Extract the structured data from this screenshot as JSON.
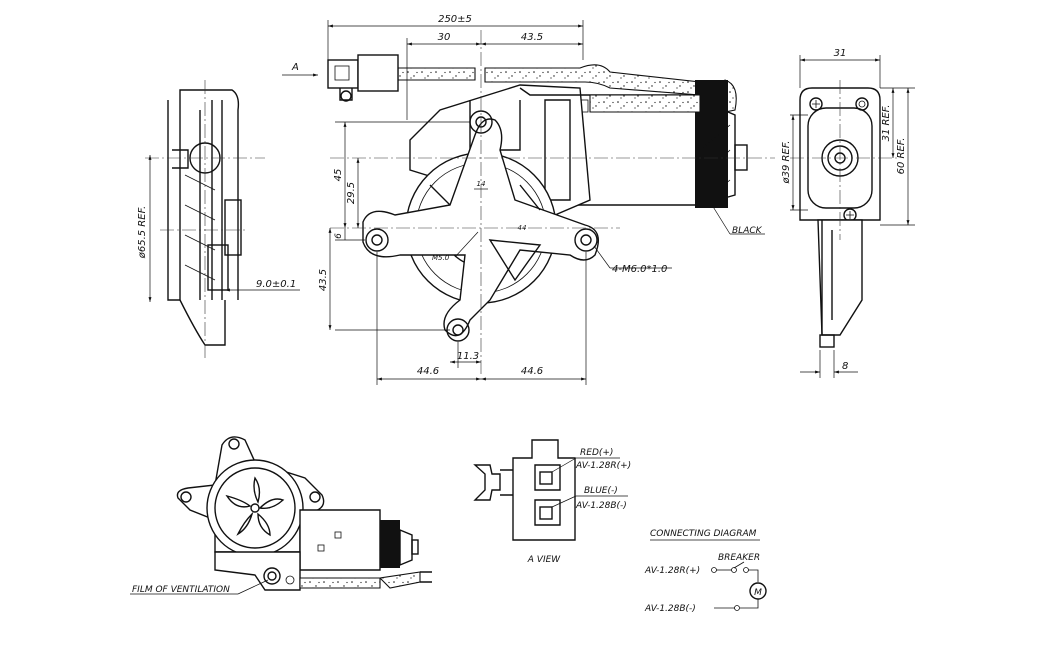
{
  "dimensions": {
    "overall_length": "250±5",
    "d30": "30",
    "d43_5_top": "43.5",
    "d45": "45",
    "d29_5": "29.5",
    "d6": "6",
    "d43_5_left": "43.5",
    "d14": "14",
    "d44": "44",
    "m5": "M5.0",
    "d11_3": "11.3",
    "d44_6_left": "44.6",
    "d44_6_right": "44.6",
    "dia65_5": "ø65.5 REF.",
    "d9": "9.0±0.1",
    "d31_top": "31",
    "d31_ref": "31 REF.",
    "d60_ref": "60 REF.",
    "dia39_ref": "ø39 REF.",
    "d8": "8"
  },
  "labels": {
    "view_a_arrow": "A",
    "black": "BLACK",
    "holes": "4-M6.0*1.0",
    "film": "FILM OF VENTILATION",
    "red": "RED(+)",
    "av_r": "AV-1.28R(+)",
    "blue": "BLUE(-)",
    "av_b": "AV-1.28B(-)",
    "a_view": "A VIEW",
    "connecting_diagram": "CONNECTING DIAGRAM",
    "breaker": "BREAKER",
    "cd_r": "AV-1.28R(+)",
    "cd_b": "AV-1.28B(-)",
    "motor_symbol": "M"
  }
}
